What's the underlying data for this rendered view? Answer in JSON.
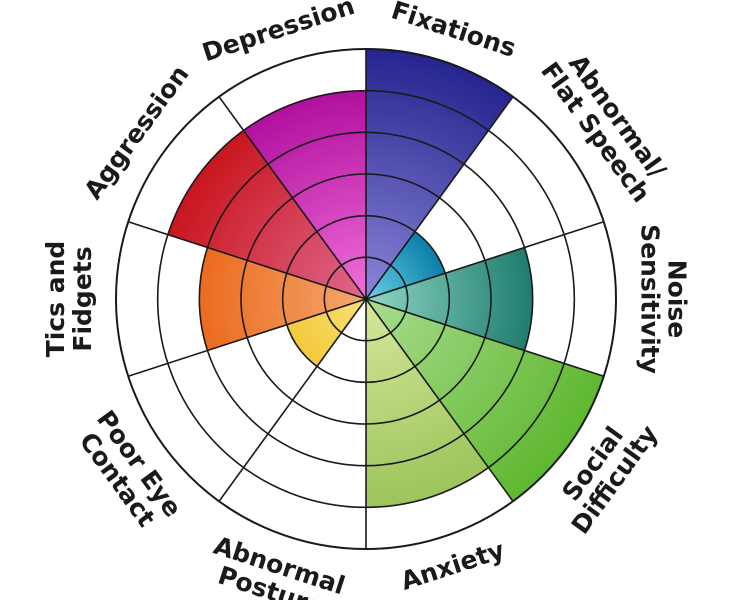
{
  "chart_data": {
    "type": "radial-bar",
    "title": "",
    "max_level": 6,
    "start_category": "Fixations",
    "direction": "clockwise",
    "categories": [
      {
        "lines": [
          "Fixations"
        ],
        "value": 6,
        "color_center": "#8a86d8",
        "color_edge": "#26248f"
      },
      {
        "lines": [
          "Abnormal/",
          "Flat Speech"
        ],
        "value": 2,
        "color_center": "#6ad0e6",
        "color_edge": "#0a7fa8"
      },
      {
        "lines": [
          "Noise",
          "Sensitivity"
        ],
        "value": 4,
        "color_center": "#8fd6c4",
        "color_edge": "#1f7d6f"
      },
      {
        "lines": [
          "Social",
          "Difficulty"
        ],
        "value": 6,
        "color_center": "#a9dc8f",
        "color_edge": "#5fb830"
      },
      {
        "lines": [
          "Anxiety"
        ],
        "value": 5,
        "color_center": "#d6e79b",
        "color_edge": "#9cc55b"
      },
      {
        "lines": [
          "Abnormal",
          "Posture"
        ],
        "value": 0,
        "color_center": "#ffffff",
        "color_edge": "#ffffff"
      },
      {
        "lines": [
          "Poor Eye",
          "Contact"
        ],
        "value": 2,
        "color_center": "#f7e27a",
        "color_edge": "#f3c93a"
      },
      {
        "lines": [
          "Tics and",
          "Fidgets"
        ],
        "value": 4,
        "color_center": "#f4a76e",
        "color_edge": "#ec6b1f"
      },
      {
        "lines": [
          "Aggression"
        ],
        "value": 5,
        "color_center": "#e0688f",
        "color_edge": "#c9161e"
      },
      {
        "lines": [
          "Depression"
        ],
        "value": 5,
        "color_center": "#f16fda",
        "color_edge": "#b1109e"
      }
    ],
    "grid": true
  }
}
